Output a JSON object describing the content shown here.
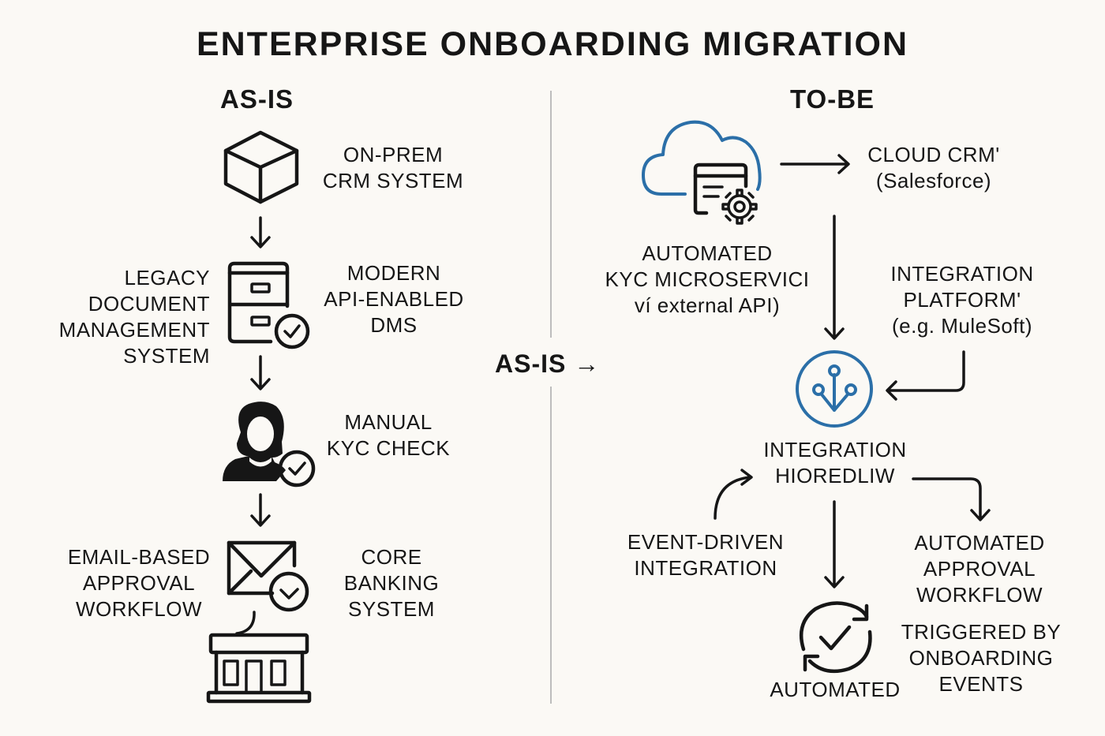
{
  "title": "ENTERPRISE ONBOARDING MIGRATION",
  "colors": {
    "background": "#fbf9f5",
    "ink": "#161616",
    "accent_blue": "#2b6fa8",
    "divider": "#bdbdbd"
  },
  "center_label": "AS-IS →",
  "as_is": {
    "heading": "AS-IS",
    "steps": [
      {
        "icon": "cube-icon",
        "right_label": "ON-PREM\nCRM SYSTEM"
      },
      {
        "icon": "filing-cabinet-check-icon",
        "left_label": "LEGACY\nDOCUMENT\nMANAGEMENT\nSYSTEM",
        "right_label": "MODERN\nAPI-ENABLED\nDMS"
      },
      {
        "icon": "person-check-icon",
        "right_label": "MANUAL\nKYC CHECK"
      },
      {
        "icon": "envelope-check-icon",
        "left_label": "EMAIL-BASED\nAPPROVAL\nWORKFLOW",
        "right_label": "CORE\nBANKING\nSYSTEM"
      },
      {
        "icon": "bank-building-icon"
      }
    ]
  },
  "to_be": {
    "heading": "TO-BE",
    "cloud_crm": "CLOUD CRM'\n(Salesforce)",
    "kyc_microservice": "AUTOMATED\nKYC MICROSERVICI\nví external API)",
    "integration_platform": "INTEGRATION\nPLATFORM'\n(e.g. MuleSoft)",
    "integration_hub": "INTEGRATION\nHIOREDLIW",
    "event_driven": "EVENT-DRIVEN\nINTEGRATION",
    "automated_approval": "AUTOMATED\nAPPROVAL\nWORKFLOW",
    "triggered_by": "TRIGGERED BY\nONBOARDING\nEVENTS",
    "automated": "AUTOMATED",
    "icons": [
      "cloud-gear-icon",
      "integration-hub-icon",
      "refresh-check-icon"
    ]
  }
}
